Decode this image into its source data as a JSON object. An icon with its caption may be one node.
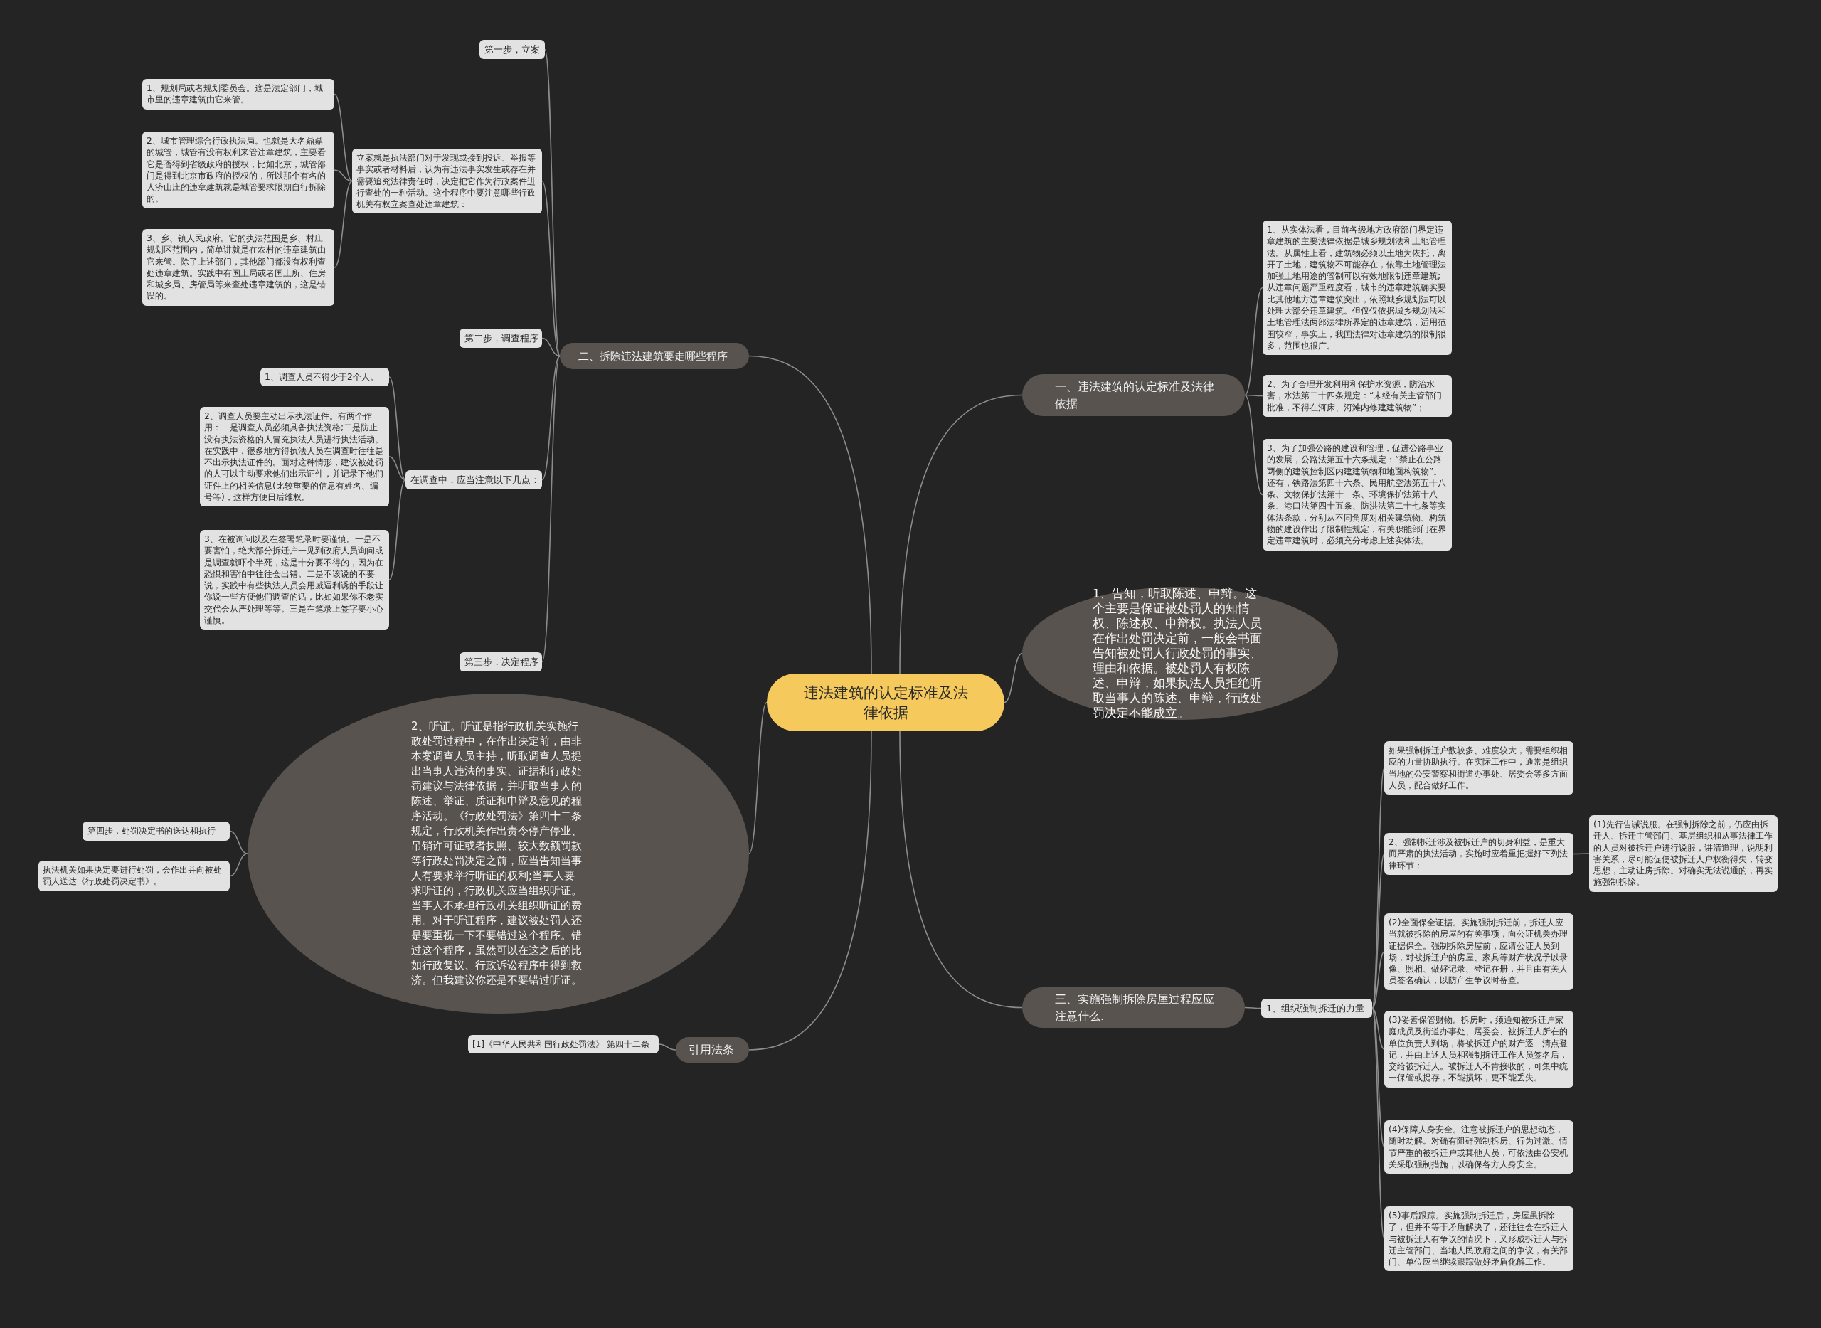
{
  "diagram": {
    "nodes": [
      {
        "text": [
          "违法建筑的认定标准及法律依据"
        ]
      },
      {
        "text": [
          "二、拆除违法建筑要走哪些程序"
        ]
      },
      {
        "text": [
          "第一步，立案"
        ]
      },
      {
        "text": [
          "立案就是执法部门对于发现或接到投诉、举报等事实或者材料后，认为有违法事实发生或存在并需要追究法律责任时，决定把它作为行政案件进行查处的一种活动。这个程序中要注意哪些行政机关有权立案查处违章建筑："
        ]
      },
      {
        "text": [
          "1、规划局或者规划委员会。这是法定部门，城市里的违章建筑由它来管。"
        ]
      },
      {
        "text": [
          "2、城市管理综合行政执法局。也就是大名鼎鼎的城管，城管有没有权利来管违章建筑，主要看它是否得到省级政府的授权，比如北京，城管部门是得到北京市政府的授权的，所以那个有名的人济山庄的违章建筑就是城管要求限期自行拆除的。"
        ]
      },
      {
        "text": [
          "3、乡、镇人民政府。它的执法范围是乡、村庄规划区范围内，简单讲就是在农村的违章建筑由它来管。除了上述部门，其他部门都没有权利查处违章建筑。实践中有国土局或者国土所、住房和城乡局、房管局等来查处违章建筑的，这是错误的。"
        ]
      },
      {
        "text": [
          "第二步，调查程序"
        ]
      },
      {
        "text": [
          "在调查中，应当注意以下几点："
        ]
      },
      {
        "text": [
          "1、调查人员不得少于2个人。"
        ]
      },
      {
        "text": [
          "2、调查人员要主动出示执法证件。有两个作用：一是调查人员必须具备执法资格;二是防止没有执法资格的人冒充执法人员进行执法活动。在实践中，很多地方得执法人员在调查时往往是不出示执法证件的。面对这种情形，建议被处罚的人可以主动要求他们出示证件，并记录下他们证件上的相关信息(比较重要的信息有姓名、编号等)，这样方便日后维权。"
        ]
      },
      {
        "text": [
          "3、在被询问以及在签署笔录时要谨慎。一是不要害怕，绝大部分拆迁户一见到政府人员询问或是调查就吓个半死，这是十分要不得的，因为在恐惧和害怕中往往会出错。二是不该说的不要说，实践中有些执法人员会用威逼利诱的手段让你说一些方便他们调查的话，比如如果你不老实交代会从严处理等等。三是在笔录上签字要小心谨慎。"
        ]
      },
      {
        "text": [
          "第三步，决定程序"
        ]
      },
      {
        "text": [
          "2、听证。听证是指行政机关实施行政处罚过程中，在作出决定前，由非本案调查人员主持，听取调查人员提出当事人违法的事实、证据和行政处罚建议与法律依据，并听取当事人的陈述、举证、质证和申辩及意见的程序活动。《行政处罚法》第四十二条规定，行政机关作出责令停产停业、吊销许可证或者执照、较大数额罚款等行政处罚决定之前，应当告知当事人有要求举行听证的权利;当事人要求听证的，行政机关应当组织听证。当事人不承担行政机关组织听证的费用。对于听证程序，建议被处罚人还是要重视一下不要错过这个程序。错过这个程序，虽然可以在这之后的比如行政复议、行政诉讼程序中得到救济。但我建议你还是不要错过听证。"
        ]
      },
      {
        "text": [
          "第四步，处罚决定书的送达和执行"
        ]
      },
      {
        "text": [
          "执法机关如果决定要进行处罚，会作出并向被处罚人送达《行政处罚决定书》。"
        ]
      },
      {
        "text": [
          "引用法条"
        ]
      },
      {
        "text": [
          "[1]《中华人民共和国行政处罚法》 第四十二条"
        ]
      },
      {
        "text": [
          "一、违法建筑的认定标准及法律依据"
        ]
      },
      {
        "text": [
          "1、从实体法看，目前各级地方政府部门界定违章建筑的主要法律依据是城乡规划法和土地管理法。从属性上看，建筑物必须以土地为依托，离开了土地，建筑物不可能存在，依靠土地管理法加强土地用途的管制可以有效地限制违章建筑;从违章问题严重程度看，城市的违章建筑确实要比其他地方违章建筑突出，依照城乡规划法可以处理大部分违章建筑。但仅仅依据城乡规划法和土地管理法两部法律所界定的违章建筑，适用范围较窄，事实上，我国法律对违章建筑的限制很多，范围也很广。"
        ]
      },
      {
        "text": [
          "2、为了合理开发利用和保护水资源，防治水害，水法第二十四条规定：“未经有关主管部门批准，不得在河床、河滩内修建建筑物”；"
        ]
      },
      {
        "text": [
          "3、为了加强公路的建设和管理，促进公路事业的发展，公路法第五十六条规定：“禁止在公路两侧的建筑控制区内建建筑物和地面构筑物”。还有，铁路法第四十六条、民用航空法第五十八条、文物保护法第十一条、环境保护法第十八条、港口法第四十五条、防洪法第二十七条等实体法条款，分别从不同角度对相关建筑物、构筑物的建设作出了限制性规定，有关职能部门在界定违章建筑时，必须充分考虑上述实体法。"
        ]
      },
      {
        "text": [
          "1、告知，听取陈述、申辩。这个主要是保证被处罚人的知情权、陈述权、申辩权。执法人员在作出处罚决定前，一般会书面告知被处罚人行政处罚的事实、理由和依据。被处罚人有权陈述、申辩，如果执法人员拒绝听取当事人的陈述、申辩，行政处罚决定不能成立。"
        ]
      },
      {
        "text": [
          "三、实施强制拆除房屋过程应应注意什么."
        ]
      },
      {
        "text": [
          "1、组织强制拆迁的力量"
        ]
      },
      {
        "text": [
          "如果强制拆迁户数较多、难度较大，需要组织相应的力量协助执行。在实际工作中，通常是组织当地的公安警察和街道办事处、居委会等多方面人员，配合做好工作。"
        ]
      },
      {
        "text": [
          "2、强制拆迁涉及被拆迁户的切身利益，是重大而严肃的执法活动，实施时应着重把握好下列法律环节："
        ]
      },
      {
        "text": [
          "(1)先行告诫说服。在强制拆除之前，仍应由拆迁人、拆迁主管部门、基层组织和从事法律工作的人员对被拆迁户进行说服，讲清道理，说明利害关系，尽可能促使被拆迁人户权衡得失，转变思想，主动让房拆除。对确实无法说通的，再实施强制拆除。"
        ]
      },
      {
        "text": [
          "(2)全面保全证据。实施强制拆迁前，拆迁人应当就被拆除的房屋的有关事项，向公证机关办理证据保全。强制拆除房屋前，应请公证人员到场，对被拆迁户的房屋、家具等财产状况予以录像、照相、做好记录、登记在册，并且由有关人员签名确认，以防产生争议时备查。"
        ]
      },
      {
        "text": [
          "(3)妥善保管财物。拆房时，须通知被拆迁户家庭成员及街道办事处、居委会、被拆迁人所在的单位负责人到场，将被拆迁户的财产逐一清点登记，并由上述人员和强制拆迁工作人员签名后，交给被拆迁人。被拆迁人不肯接收的，可集中统一保管或提存，不能损坏，更不能丢失。"
        ]
      },
      {
        "text": [
          "(4)保障人身安全。注意被拆迁户的思想动态，随时劝解。对确有阻碍强制拆房、行为过激、情节严重的被拆迁户或其他人员，可依法由公安机关采取强制措施，以确保各方人身安全。"
        ]
      },
      {
        "text": [
          "(5)事后跟踪。实施强制拆迁后，房屋虽拆除了，但并不等于矛盾解决了，还往往会在拆迁人与被拆迁人有争议的情况下，又形成拆迁人与拆迁主管部门、当地人民政府之间的争议，有关部门、单位应当继续跟踪做好矛盾化解工作。"
        ]
      }
    ],
    "edges": [
      {
        "from": 0,
        "to": 1,
        "arrow": "none"
      },
      {
        "from": 1,
        "to": 2,
        "arrow": "none"
      },
      {
        "from": 1,
        "to": 3,
        "arrow": "none"
      },
      {
        "from": 3,
        "to": 4,
        "arrow": "none"
      },
      {
        "from": 3,
        "to": 5,
        "arrow": "none"
      },
      {
        "from": 3,
        "to": 6,
        "arrow": "none"
      },
      {
        "from": 1,
        "to": 7,
        "arrow": "none"
      },
      {
        "from": 1,
        "to": 8,
        "arrow": "none"
      },
      {
        "from": 8,
        "to": 9,
        "arrow": "none"
      },
      {
        "from": 8,
        "to": 10,
        "arrow": "none"
      },
      {
        "from": 8,
        "to": 11,
        "arrow": "none"
      },
      {
        "from": 1,
        "to": 12,
        "arrow": "none"
      },
      {
        "from": 0,
        "to": 13,
        "arrow": "none"
      },
      {
        "from": 13,
        "to": 14,
        "arrow": "none"
      },
      {
        "from": 13,
        "to": 15,
        "arrow": "none"
      },
      {
        "from": 0,
        "to": 16,
        "arrow": "none"
      },
      {
        "from": 16,
        "to": 17,
        "arrow": "none"
      },
      {
        "from": 0,
        "to": 18,
        "arrow": "none"
      },
      {
        "from": 18,
        "to": 19,
        "arrow": "none"
      },
      {
        "from": 18,
        "to": 20,
        "arrow": "none"
      },
      {
        "from": 18,
        "to": 21,
        "arrow": "none"
      },
      {
        "from": 0,
        "to": 22,
        "arrow": "none"
      },
      {
        "from": 0,
        "to": 23,
        "arrow": "none"
      },
      {
        "from": 23,
        "to": 24,
        "arrow": "none"
      },
      {
        "from": 24,
        "to": 25,
        "arrow": "none"
      },
      {
        "from": 24,
        "to": 26,
        "arrow": "none"
      },
      {
        "from": 26,
        "to": 27,
        "arrow": "none"
      },
      {
        "from": 24,
        "to": 28,
        "arrow": "none"
      },
      {
        "from": 24,
        "to": 29,
        "arrow": "none"
      },
      {
        "from": 24,
        "to": 30,
        "arrow": "none"
      },
      {
        "from": 24,
        "to": 31,
        "arrow": "none"
      }
    ]
  }
}
